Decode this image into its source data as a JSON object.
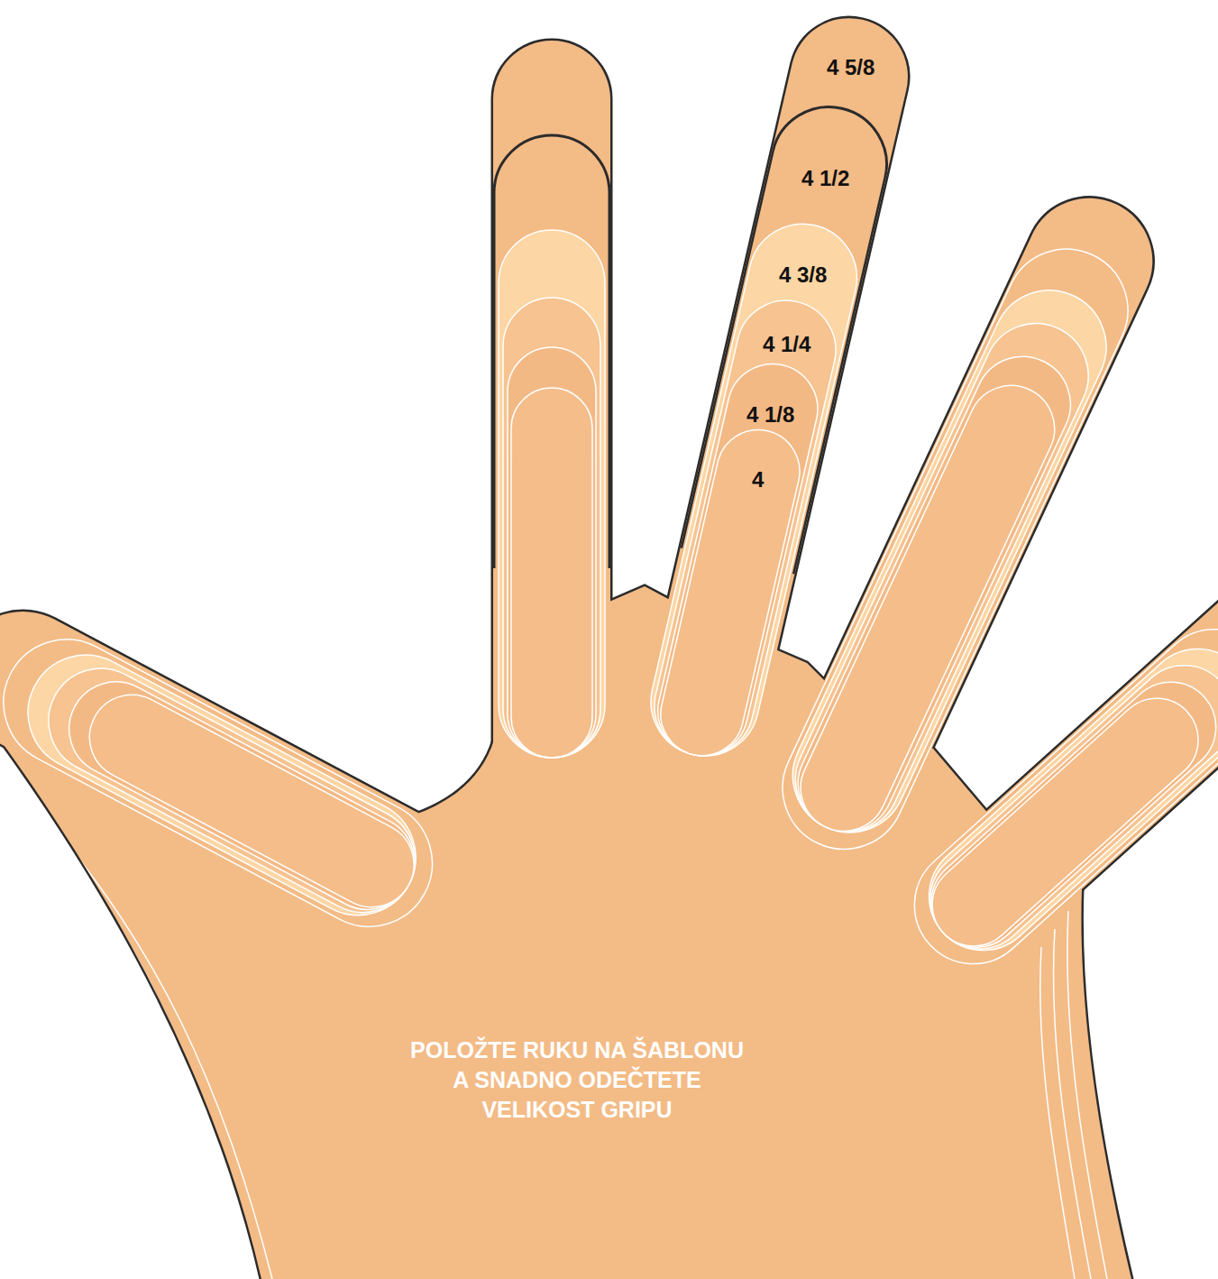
{
  "diagram": {
    "labels": [
      "4 5/8",
      "4 1/2",
      "4 3/8",
      "4 1/4",
      "4 1/8",
      "4",
      "POLOŽTE RUKU NA ŠABLONU A SNADNO ODEČTETE VELIKOST GRIPU"
    ]
  }
}
